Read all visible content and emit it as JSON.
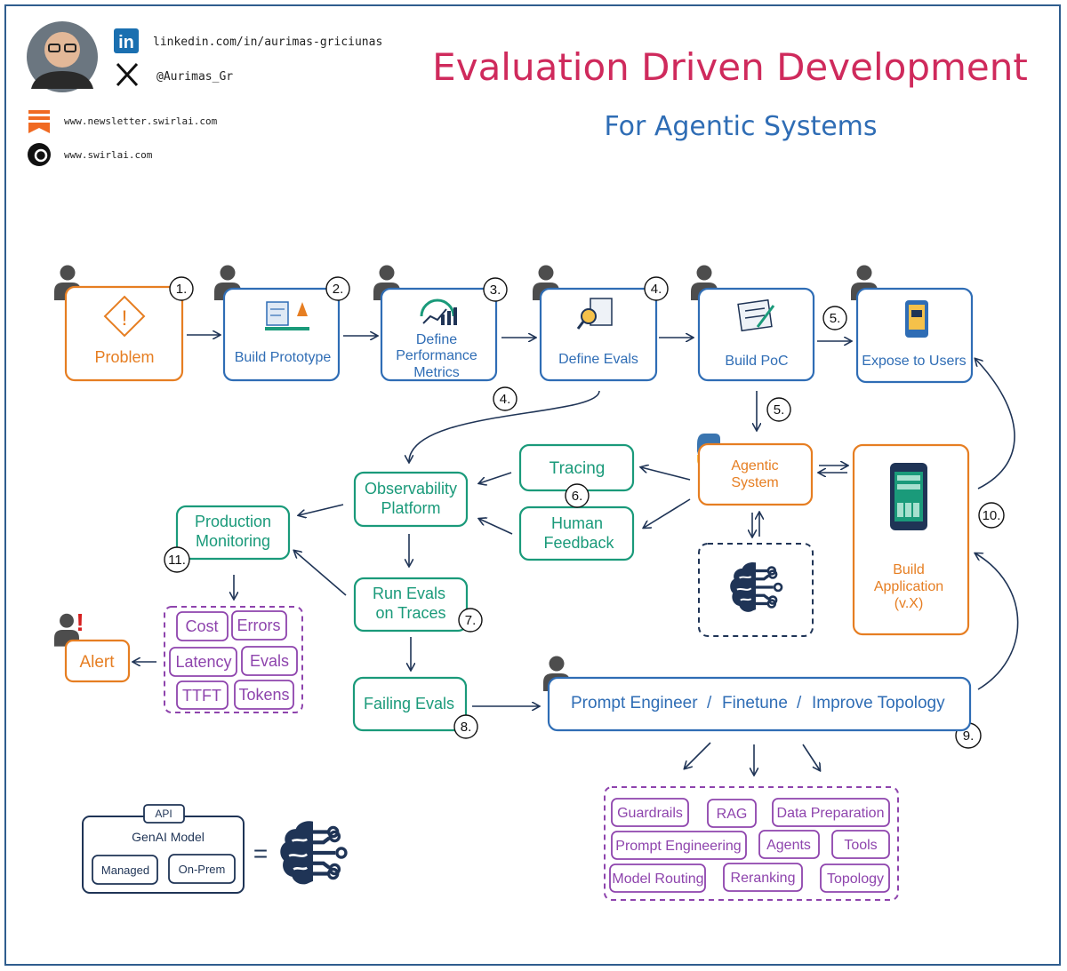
{
  "header": {
    "linkedin": "linkedin.com/in/aurimas-griciunas",
    "x_handle": "@Aurimas_Gr",
    "newsletter": "www.newsletter.swirlai.com",
    "website": "www.swirlai.com",
    "title": "Evaluation Driven Development",
    "subtitle": "For Agentic Systems"
  },
  "steps": {
    "problem": "Problem",
    "build_prototype": "Build Prototype",
    "define_metrics": [
      "Define",
      "Performance",
      "Metrics"
    ],
    "define_evals": "Define Evals",
    "build_poc": "Build PoC",
    "expose_users": "Expose to Users"
  },
  "numbers": {
    "n1": "1.",
    "n2": "2.",
    "n3": "3.",
    "n4a": "4.",
    "n4b": "4.",
    "n5a": "5.",
    "n5b": "5.",
    "n6": "6.",
    "n7": "7.",
    "n8": "8.",
    "n9": "9.",
    "n10": "10.",
    "n11": "11."
  },
  "middle": {
    "tracing": "Tracing",
    "human_feedback": [
      "Human",
      "Feedback"
    ],
    "agentic_system": [
      "Agentic",
      "System"
    ],
    "observability": [
      "Observability",
      "Platform"
    ],
    "production_monitoring": [
      "Production",
      "Monitoring"
    ],
    "run_evals": [
      "Run Evals",
      "on Traces"
    ],
    "failing_evals": "Failing Evals",
    "build_application": [
      "Build",
      "Application",
      "(v.X)"
    ],
    "alert": "Alert"
  },
  "monitoring_metrics": [
    "Cost",
    "Errors",
    "Latency",
    "Evals",
    "TTFT",
    "Tokens"
  ],
  "improve": {
    "prompt_engineer": "Prompt Engineer",
    "finetune": "Finetune",
    "improve_topology": "Improve Topology",
    "separator": "/"
  },
  "techniques": [
    "Guardrails",
    "RAG",
    "Data Preparation",
    "Prompt Engineering",
    "Agents",
    "Tools",
    "Model Routing",
    "Reranking",
    "Topology"
  ],
  "legend": {
    "api": "API",
    "genai_model": "GenAI Model",
    "managed": "Managed",
    "on_prem": "On-Prem",
    "equals": "="
  },
  "colors": {
    "orange": "#e67e22",
    "blue": "#2f6db5",
    "green": "#1a9a7a",
    "purple": "#8e44ad",
    "navy": "#1f3456",
    "title": "#cf2a5c"
  }
}
